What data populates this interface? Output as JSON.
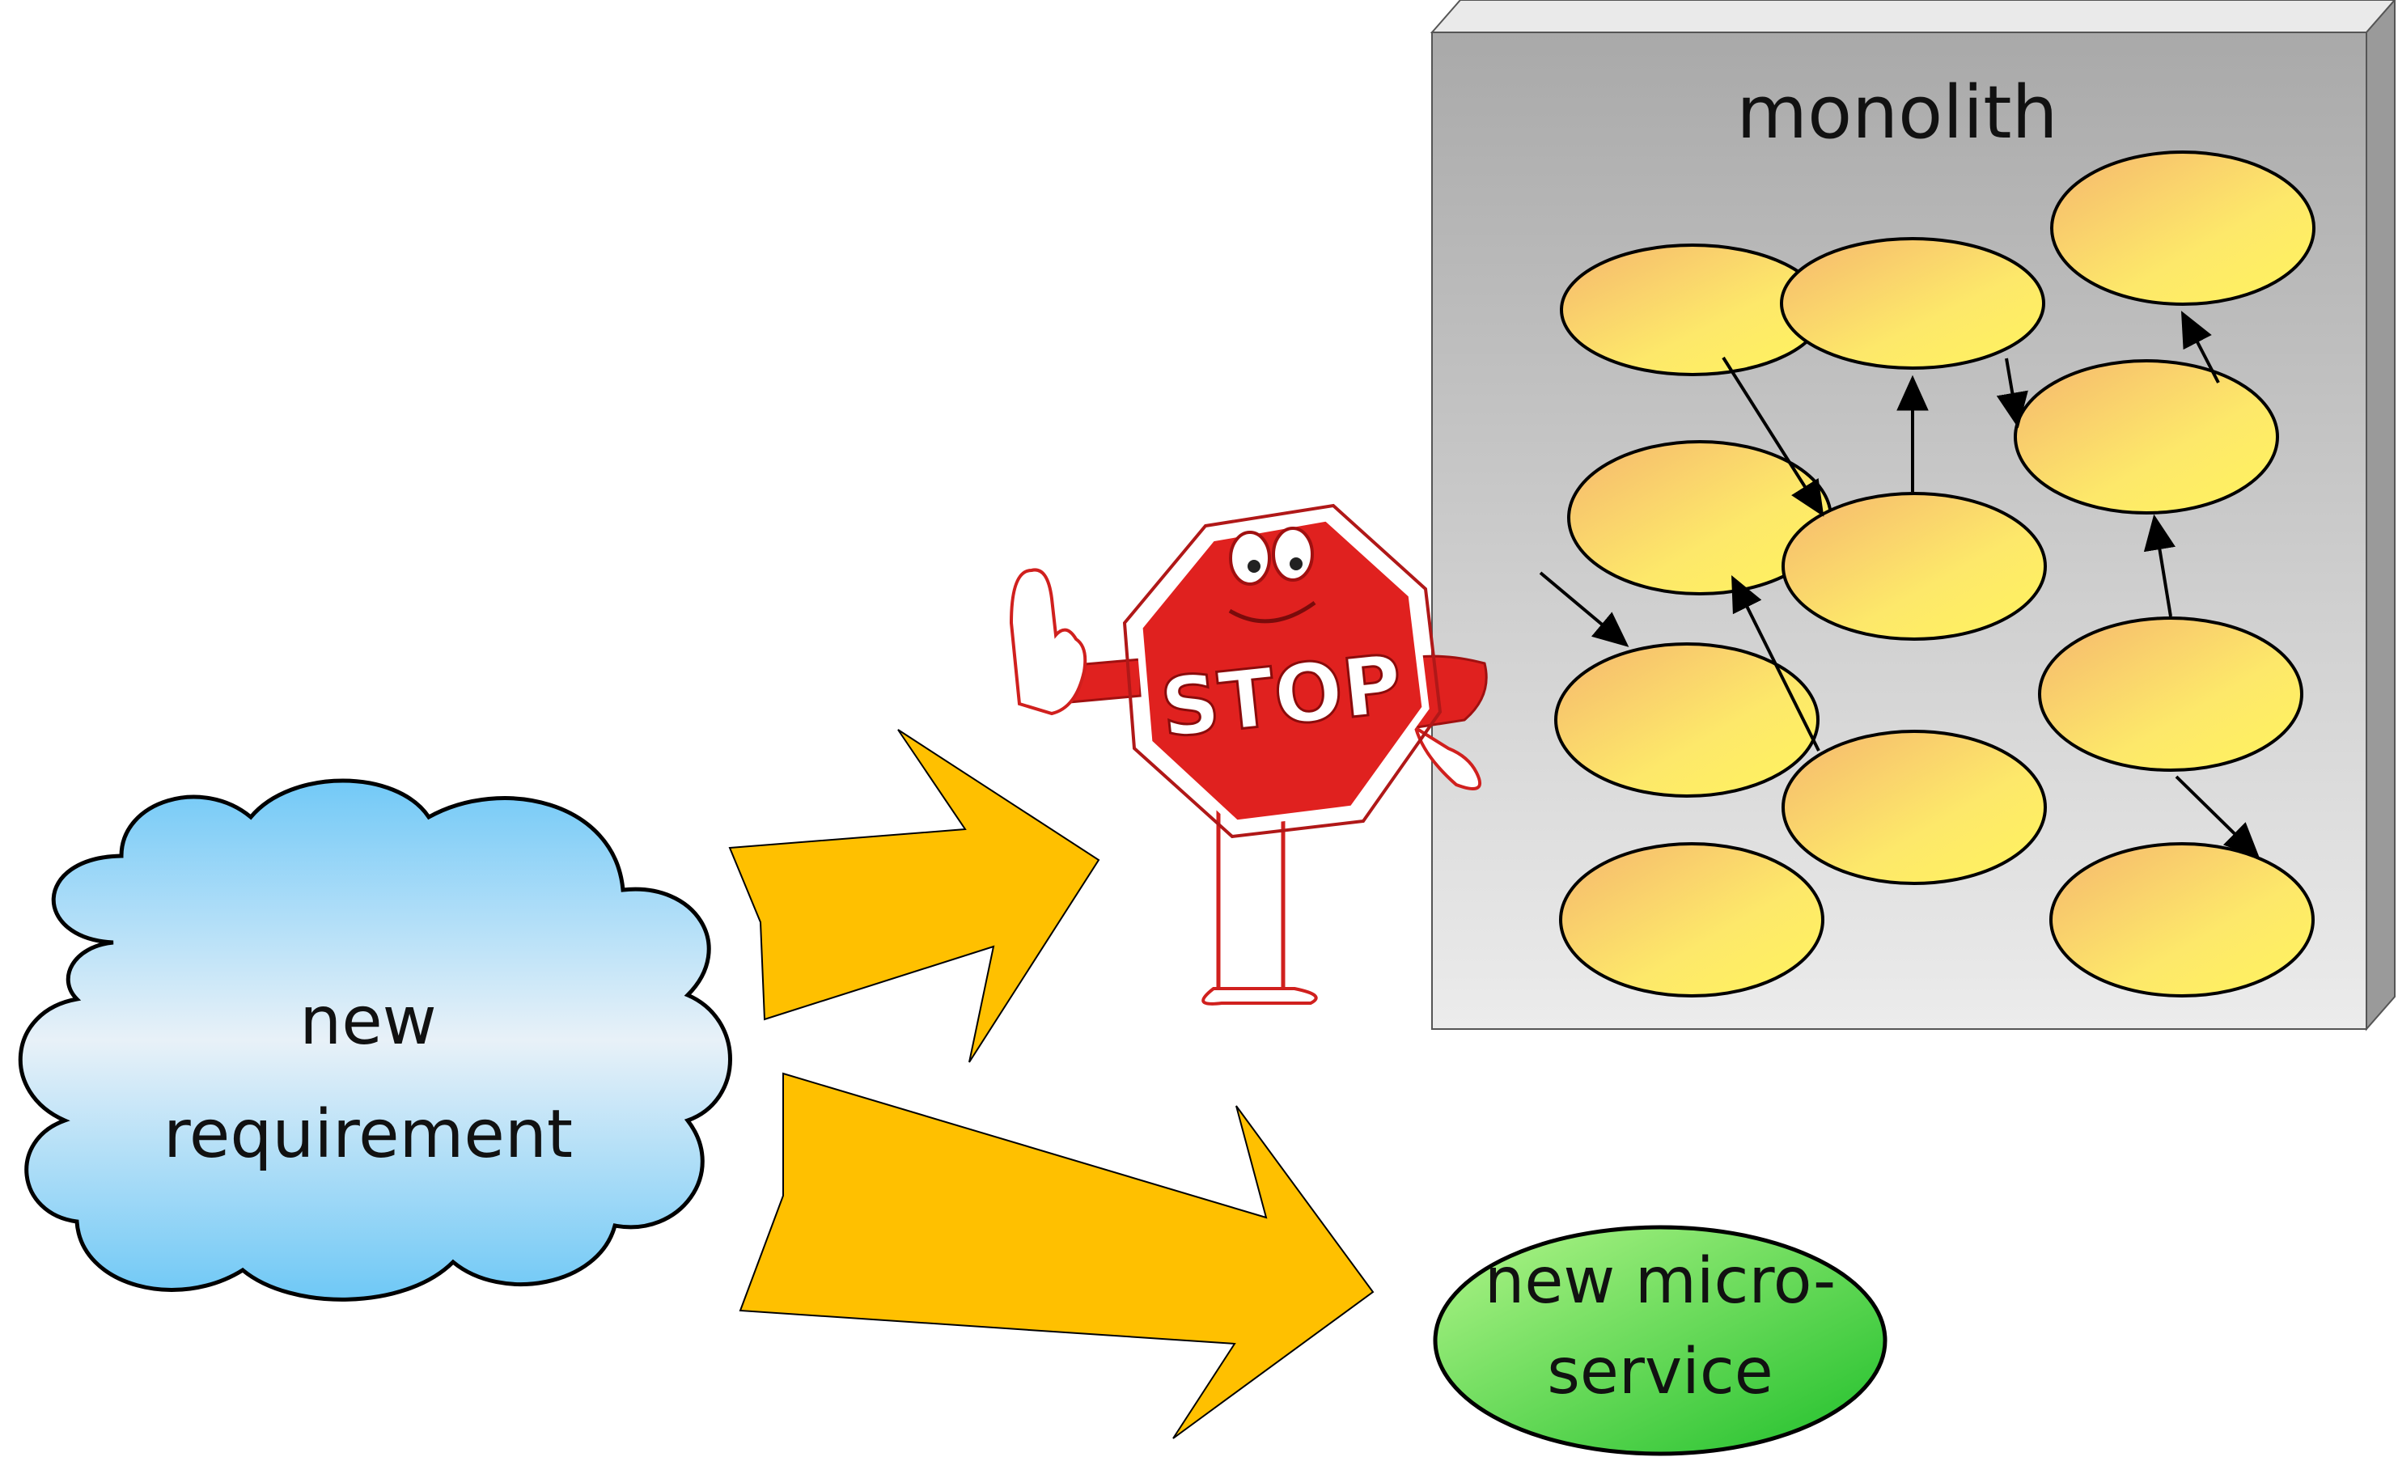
{
  "cloud": {
    "line1": "new",
    "line2": "requirement"
  },
  "monolith": {
    "title": "monolith"
  },
  "stop_sign": {
    "text": "STOP"
  },
  "microservice": {
    "line1": "new micro-",
    "line2": "service"
  },
  "colors": {
    "arrow_fill": "#FFC000",
    "component_fill_light": "#FFF36A",
    "component_fill_dark": "#F7BB6B",
    "monolith_front": "#c8c8c8",
    "monolith_top": "#eaeaea",
    "monolith_side": "#9a9a9a",
    "cloud_top": "#7fd0f7",
    "cloud_bottom": "#71c9f6",
    "microservice_green": "#3cc83c",
    "stop_red": "#e0211f"
  }
}
